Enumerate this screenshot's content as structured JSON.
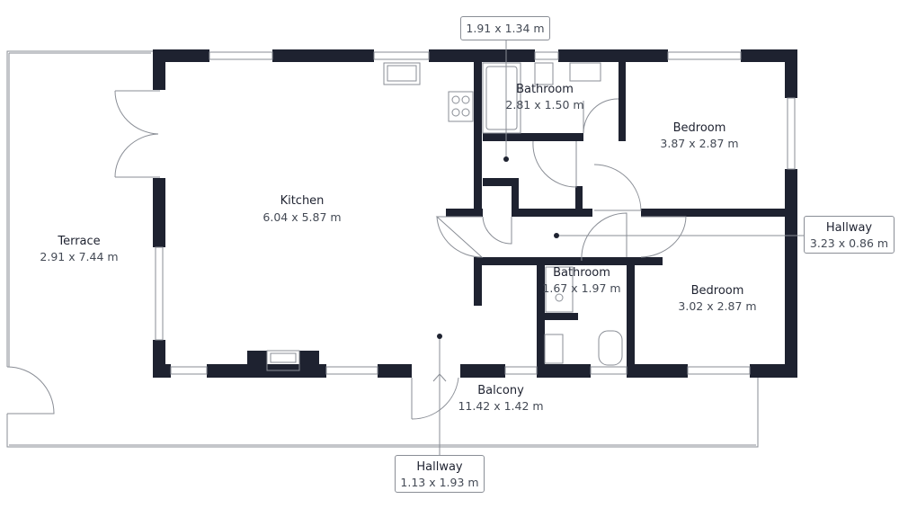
{
  "rooms": {
    "kitchen": {
      "name": "Kitchen",
      "size": "6.04 x 5.87 m"
    },
    "terrace": {
      "name": "Terrace",
      "size": "2.91 x 7.44 m"
    },
    "bathroom_top": {
      "name": "Bathroom",
      "size": "2.81 x 1.50 m"
    },
    "bedroom_top": {
      "name": "Bedroom",
      "size": "3.87 x 2.87 m"
    },
    "bathroom_mid": {
      "name": "Bathroom",
      "size": "1.67 x 1.97 m"
    },
    "bedroom_bottom": {
      "name": "Bedroom",
      "size": "3.02 x 2.87 m"
    },
    "balcony": {
      "name": "Balcony",
      "size": "11.42 x 1.42 m"
    }
  },
  "callouts": {
    "top": {
      "size": "1.91 x 1.34 m"
    },
    "hallway_right": {
      "name": "Hallway",
      "size": "3.23 x 0.86 m"
    },
    "hallway_bottom": {
      "name": "Hallway",
      "size": "1.13 x 1.93 m"
    }
  },
  "colors": {
    "wall": "#1e2230",
    "line": "#8a8e96",
    "text": "#1e2230"
  }
}
